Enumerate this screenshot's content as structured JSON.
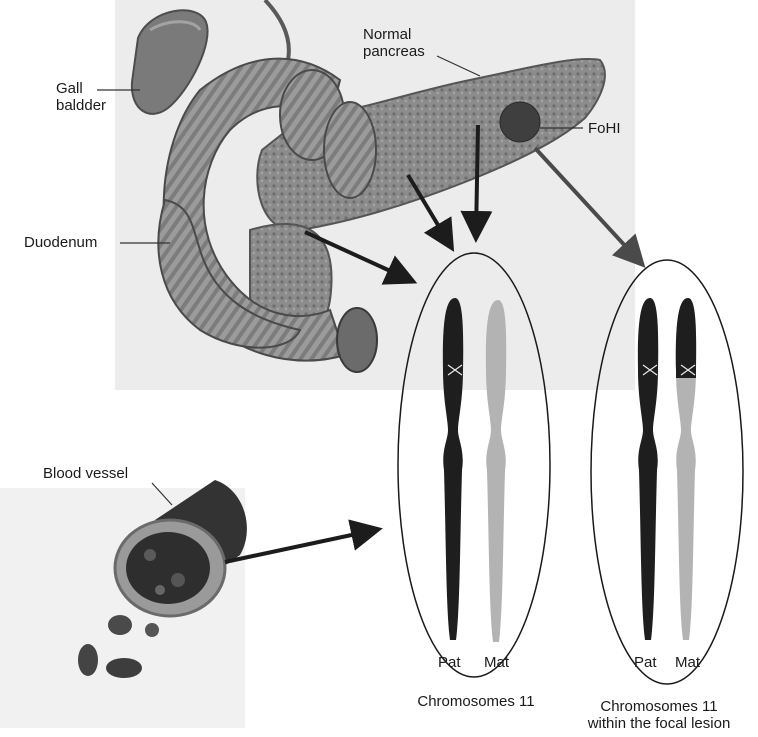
{
  "labels": {
    "gallbladder": "Gall\nbaldder",
    "duodenum": "Duodenum",
    "normal_pancreas": "Normal\npancreas",
    "fohi": "FoHI",
    "blood_vessel": "Blood vessel"
  },
  "left_panel": {
    "pat": "Pat",
    "mat": "Mat",
    "caption": "Chromosomes 11"
  },
  "right_panel": {
    "pat": "Pat",
    "mat": "Mat",
    "caption": "Chromosomes 11\nwithin the focal lesion"
  },
  "colors": {
    "paternal_chromosome": "#1e1e1e",
    "maternal_chromosome": "#b3b3b3",
    "arrow": "#1c1c1c",
    "lesion": "#3f3f3f"
  }
}
